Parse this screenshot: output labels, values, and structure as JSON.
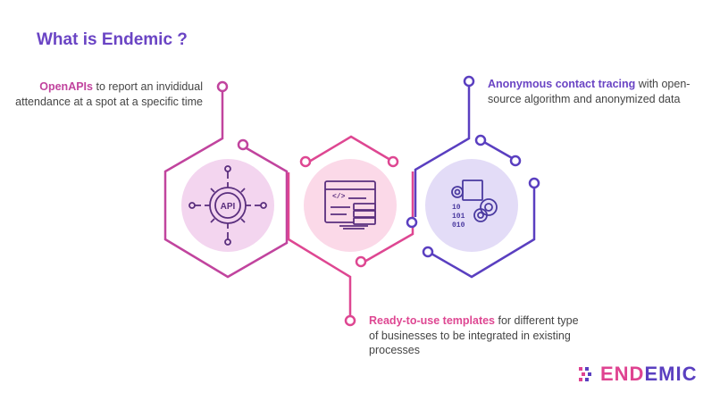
{
  "title": "What is Endemic ?",
  "features": [
    {
      "bold": "OpenAPIs",
      "rest": " to report an invididual attendance at a spot at a specific time",
      "icon": "api-gear-icon"
    },
    {
      "bold": "Anonymous contact tracing",
      "rest": " with open-source algorithm and  anonymized data",
      "icon": "binary-gears-icon"
    },
    {
      "bold": "Ready-to-use templates",
      "rest": " for different type of businesses to be integrated in existing processes",
      "icon": "template-code-icon"
    }
  ],
  "api_label": "API",
  "binary_lines": [
    "10",
    "101",
    "010"
  ],
  "logo": {
    "part1": "END",
    "part2": "EMIC"
  },
  "colors": {
    "purple": "#6a44c4",
    "magenta": "#c1449e",
    "pink": "#de4792"
  }
}
